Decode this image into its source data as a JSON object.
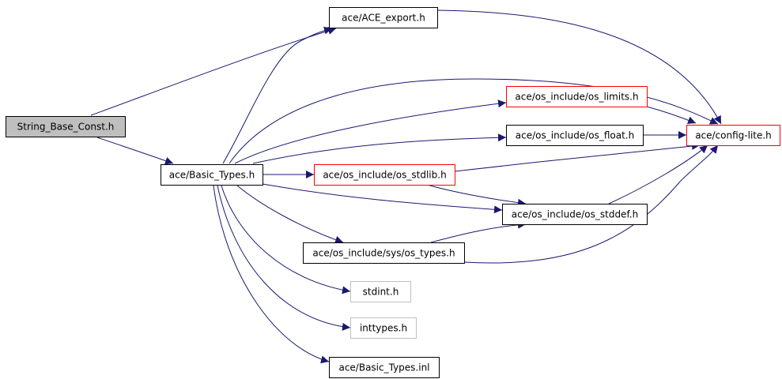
{
  "colors": {
    "edge": "#191970",
    "border_normal": "#000000",
    "border_incomplete": "#ff0000",
    "border_external": "#bfbfbf",
    "root_fill": "#bfbfbf",
    "node_fill": "#ffffff",
    "text": "#000000"
  },
  "nodes": [
    {
      "id": "string_base_const",
      "label": "String_Base_Const.h",
      "kind": "root"
    },
    {
      "id": "ace_export",
      "label": "ace/ACE_export.h",
      "kind": "normal"
    },
    {
      "id": "basic_types",
      "label": "ace/Basic_Types.h",
      "kind": "normal"
    },
    {
      "id": "os_limits",
      "label": "ace/os_include/os_limits.h",
      "kind": "incomplete"
    },
    {
      "id": "os_float",
      "label": "ace/os_include/os_float.h",
      "kind": "normal"
    },
    {
      "id": "config_lite",
      "label": "ace/config-lite.h",
      "kind": "incomplete"
    },
    {
      "id": "os_stdlib",
      "label": "ace/os_include/os_stdlib.h",
      "kind": "incomplete"
    },
    {
      "id": "os_stddef",
      "label": "ace/os_include/os_stddef.h",
      "kind": "normal"
    },
    {
      "id": "os_types",
      "label": "ace/os_include/sys/os_types.h",
      "kind": "normal"
    },
    {
      "id": "stdint",
      "label": "stdint.h",
      "kind": "external"
    },
    {
      "id": "inttypes",
      "label": "inttypes.h",
      "kind": "external"
    },
    {
      "id": "basic_types_inl",
      "label": "ace/Basic_Types.inl",
      "kind": "normal"
    }
  ],
  "edges": [
    {
      "from": "string_base_const",
      "to": "ace_export"
    },
    {
      "from": "string_base_const",
      "to": "basic_types"
    },
    {
      "from": "basic_types",
      "to": "ace_export"
    },
    {
      "from": "basic_types",
      "to": "config_lite"
    },
    {
      "from": "basic_types",
      "to": "os_limits"
    },
    {
      "from": "basic_types",
      "to": "os_float"
    },
    {
      "from": "basic_types",
      "to": "os_stdlib"
    },
    {
      "from": "basic_types",
      "to": "os_stddef"
    },
    {
      "from": "basic_types",
      "to": "os_types"
    },
    {
      "from": "basic_types",
      "to": "stdint"
    },
    {
      "from": "basic_types",
      "to": "inttypes"
    },
    {
      "from": "basic_types",
      "to": "basic_types_inl"
    },
    {
      "from": "ace_export",
      "to": "config_lite"
    },
    {
      "from": "os_limits",
      "to": "config_lite"
    },
    {
      "from": "os_float",
      "to": "config_lite"
    },
    {
      "from": "os_stdlib",
      "to": "config_lite"
    },
    {
      "from": "os_stdlib",
      "to": "os_stddef"
    },
    {
      "from": "os_stddef",
      "to": "config_lite"
    },
    {
      "from": "os_types",
      "to": "os_stddef"
    },
    {
      "from": "os_types",
      "to": "config_lite"
    }
  ]
}
